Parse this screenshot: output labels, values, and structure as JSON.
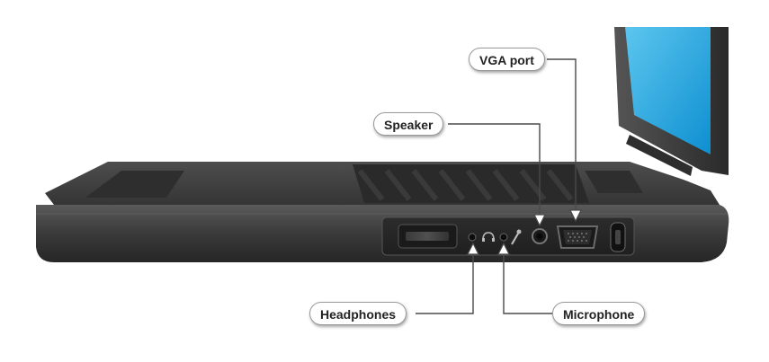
{
  "labels": {
    "vga_port": "VGA port",
    "speaker": "Speaker",
    "headphones": "Headphones",
    "microphone": "Microphone"
  },
  "icons": {
    "headphones_port_symbol": "headphones-icon",
    "microphone_port_symbol": "microphone-icon"
  },
  "colors": {
    "laptop_body": "#3a3a3a",
    "screen": "#1aa7e0",
    "callout_border": "#9a9a9a",
    "leader_line": "#4a4a4a"
  }
}
